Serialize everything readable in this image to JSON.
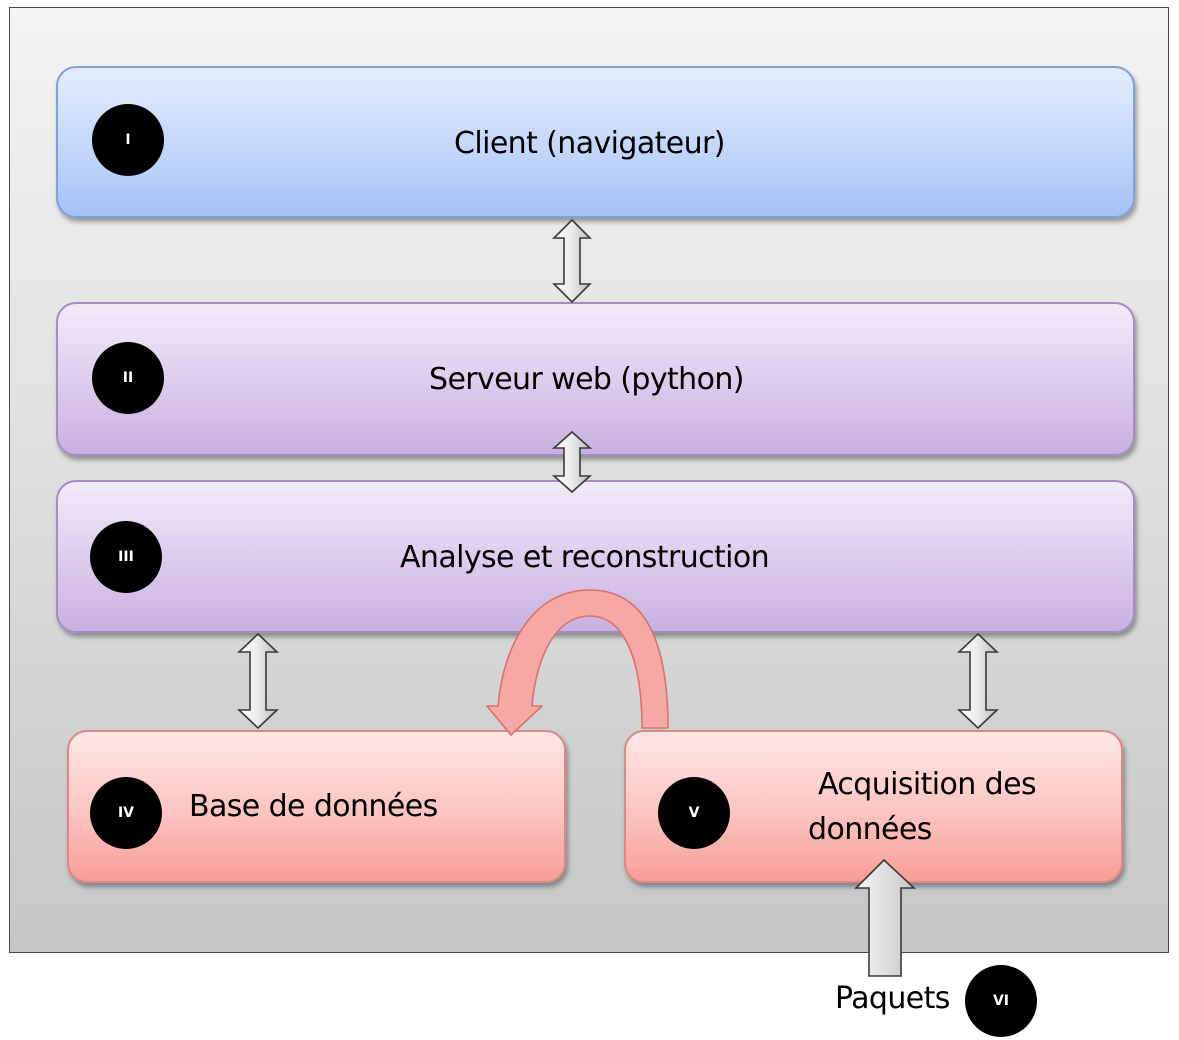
{
  "layers": {
    "client": {
      "label": "Client (navigateur)",
      "badge": "I"
    },
    "serveur": {
      "label": "Serveur web (python)",
      "badge": "II"
    },
    "analyse": {
      "label": "Analyse et reconstruction",
      "badge": "III"
    },
    "base": {
      "label": "Base de données",
      "badge": "IV"
    },
    "acquisition": {
      "label_line1": "Acquisition des",
      "label_line2": "données",
      "badge": "V"
    },
    "paquets": {
      "label": "Paquets",
      "badge": "VI"
    }
  },
  "colors": {
    "client_fill": "#c3d7fa",
    "serveur_fill": "#dccaed",
    "analyse_fill": "#dccaed",
    "red_fill": "#fbc4c0",
    "loop_arrow": "#f5a6a2",
    "badge": "#000000"
  },
  "connectors": [
    {
      "from": "client",
      "to": "serveur",
      "type": "double-arrow"
    },
    {
      "from": "serveur",
      "to": "analyse",
      "type": "double-arrow"
    },
    {
      "from": "analyse",
      "to": "base",
      "type": "double-arrow"
    },
    {
      "from": "analyse",
      "to": "acquisition",
      "type": "double-arrow"
    },
    {
      "from": "acquisition",
      "to": "base",
      "type": "curved-arrow"
    },
    {
      "from": "paquets",
      "to": "acquisition",
      "type": "up-arrow"
    }
  ]
}
